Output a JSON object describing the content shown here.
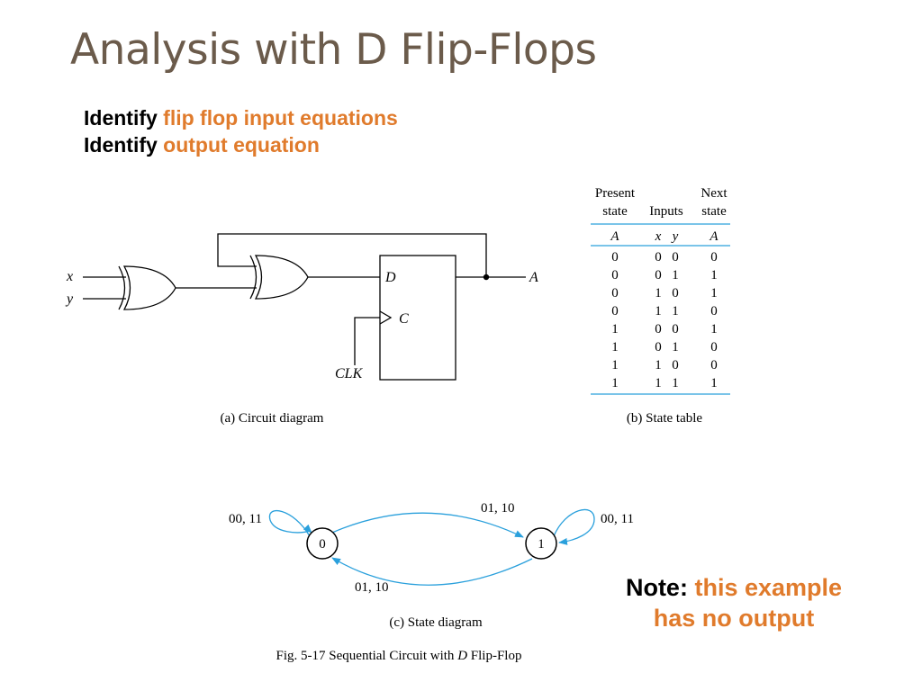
{
  "title": "Analysis with D Flip-Flops",
  "bullets": [
    {
      "lead": "Identify",
      "highlight": "flip flop input equations"
    },
    {
      "lead": "Identify",
      "highlight": "output equation"
    }
  ],
  "circuit": {
    "input_x": "x",
    "input_y": "y",
    "d_label": "D",
    "c_label": "C",
    "clk_label": "CLK",
    "output_label": "A",
    "caption": "(a) Circuit diagram"
  },
  "state_table": {
    "header_present": [
      "Present",
      "state"
    ],
    "header_inputs": "Inputs",
    "header_next": [
      "Next",
      "state"
    ],
    "sub_present": "A",
    "sub_x": "x",
    "sub_y": "y",
    "sub_next": "A",
    "rows": [
      {
        "a": "0",
        "x": "0",
        "y": "0",
        "next": "0"
      },
      {
        "a": "0",
        "x": "0",
        "y": "1",
        "next": "1"
      },
      {
        "a": "0",
        "x": "1",
        "y": "0",
        "next": "1"
      },
      {
        "a": "0",
        "x": "1",
        "y": "1",
        "next": "0"
      },
      {
        "a": "1",
        "x": "0",
        "y": "0",
        "next": "1"
      },
      {
        "a": "1",
        "x": "0",
        "y": "1",
        "next": "0"
      },
      {
        "a": "1",
        "x": "1",
        "y": "0",
        "next": "0"
      },
      {
        "a": "1",
        "x": "1",
        "y": "1",
        "next": "1"
      }
    ],
    "caption": "(b) State table"
  },
  "state_diagram": {
    "state0": "0",
    "state1": "1",
    "self_loop_0": "00, 11",
    "self_loop_1": "00, 11",
    "edge_0_to_1": "01, 10",
    "edge_1_to_0": "01, 10",
    "caption": "(c) State diagram"
  },
  "figure_caption": {
    "prefix": "Fig. 5-17  Sequential Circuit with ",
    "italic": "D",
    "suffix": " Flip-Flop"
  },
  "note": {
    "lead": "Note:",
    "highlight_line1": "this example",
    "highlight_line2": "has no output"
  },
  "colors": {
    "title": "#6b5b4b",
    "highlight": "#e07b2c",
    "arrow": "#2aa0dc",
    "table_rule": "#2aa0dc"
  }
}
